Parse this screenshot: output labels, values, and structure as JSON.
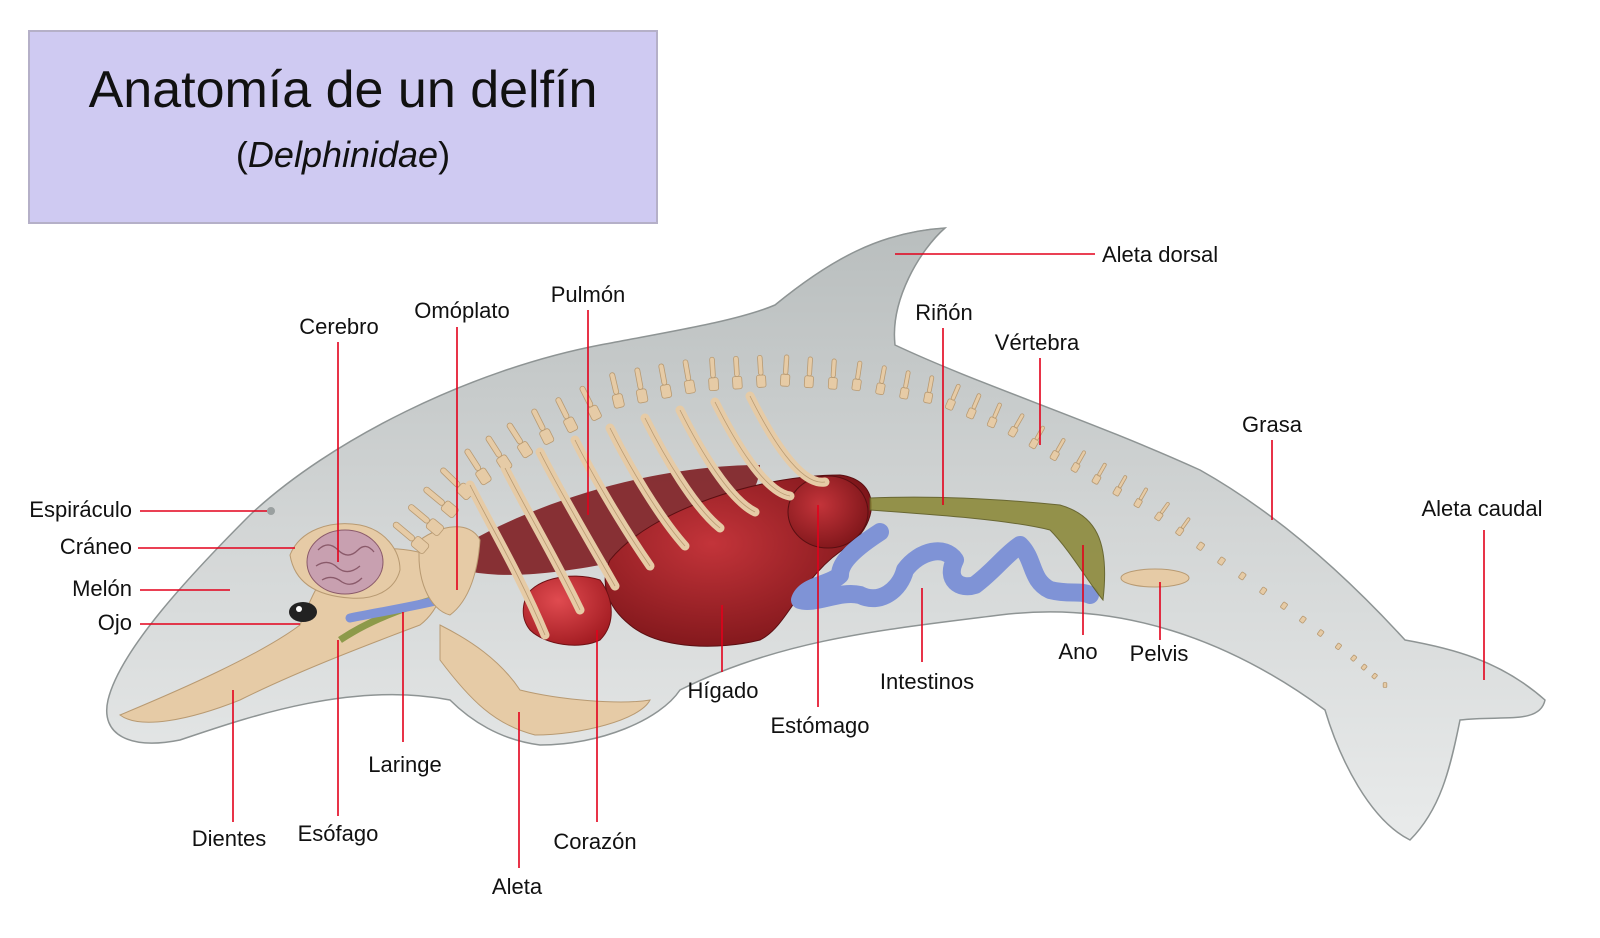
{
  "title": "Anatomía de un delfín",
  "subtitle_open": "(",
  "subtitle_latin": "Delphinidae",
  "subtitle_close": ")",
  "colors": {
    "title_bg": "#cfcaf2",
    "body": "#c7cbcb",
    "bone": "#e6cba6",
    "organ_red": "#9c1f24",
    "intestine_blue": "#7f93d6",
    "kidney_olive": "#8d8a3c",
    "leader_line": "#e3001b"
  },
  "labels": {
    "aleta_dorsal": "Aleta dorsal",
    "pulmon": "Pulmón",
    "omoplato": "Omóplato",
    "cerebro": "Cerebro",
    "rinon": "Riñón",
    "vertebra": "Vértebra",
    "grasa": "Grasa",
    "aleta_caudal": "Aleta caudal",
    "espiraculo": "Espiráculo",
    "craneo": "Cráneo",
    "melon": "Melón",
    "ojo": "Ojo",
    "ano": "Ano",
    "pelvis": "Pelvis",
    "intestinos": "Intestinos",
    "higado": "Hígado",
    "estomago": "Estómago",
    "laringe": "Laringe",
    "dientes": "Dientes",
    "esofago": "Esófago",
    "corazon": "Corazón",
    "aleta": "Aleta"
  }
}
